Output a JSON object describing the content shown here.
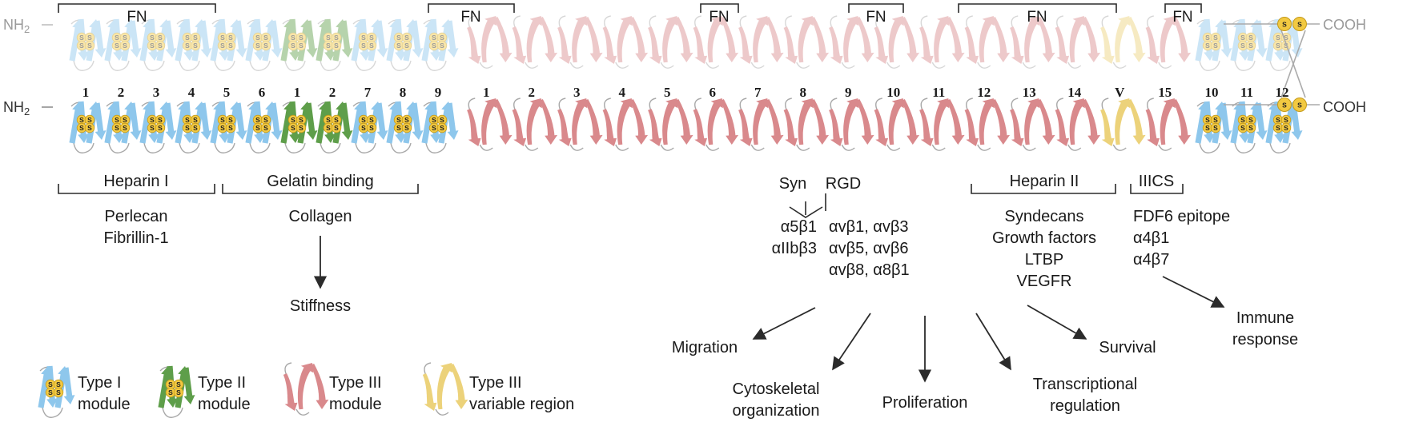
{
  "colors": {
    "type1": "#8ec7ec",
    "type2": "#5e9e4a",
    "type3": "#d9898c",
    "variable": "#ecd27a",
    "disulfide": "#f2c941",
    "loop": "#a8a8a8",
    "line": "#2b2b2b"
  },
  "chains": {
    "nh2": "NH",
    "nh2_sub": "2",
    "cooh": "COOH",
    "ss": "S"
  },
  "module_numbers": [
    "1",
    "2",
    "3",
    "4",
    "5",
    "6",
    "1",
    "2",
    "7",
    "8",
    "9",
    "1",
    "2",
    "3",
    "4",
    "5",
    "6",
    "7",
    "8",
    "9",
    "10",
    "11",
    "12",
    "13",
    "14",
    "V",
    "15",
    "10",
    "11",
    "12"
  ],
  "top_brackets": [
    "FN",
    "FN",
    "FN",
    "FN",
    "FN",
    "FN"
  ],
  "domains": {
    "heparin1": "Heparin I",
    "gelatin": "Gelatin binding",
    "syn": "Syn",
    "rgd": "RGD",
    "heparin2": "Heparin II",
    "iiics": "IIICS"
  },
  "binders": {
    "heparin1": [
      "Perlecan",
      "Fibrillin-1"
    ],
    "gelatin": [
      "Collagen"
    ],
    "syn": [
      "α5β1",
      "αIIbβ3"
    ],
    "rgd": [
      "αvβ1, αvβ3",
      "αvβ5, αvβ6",
      "αvβ8, α8β1"
    ],
    "heparin2": [
      "Syndecans",
      "Growth factors",
      "LTBP",
      "VEGFR"
    ],
    "iiics": [
      "FDF6 epitope",
      "α4β1",
      "α4β7"
    ]
  },
  "outcomes": {
    "stiffness": "Stiffness",
    "migration": "Migration",
    "cytoskeletal": [
      "Cytoskeletal",
      "organization"
    ],
    "proliferation": "Proliferation",
    "transcriptional": [
      "Transcriptional",
      "regulation"
    ],
    "survival": "Survival",
    "immune": [
      "Immune",
      "response"
    ]
  },
  "legend": {
    "type1": [
      "Type I",
      "module"
    ],
    "type2": [
      "Type II",
      "module"
    ],
    "type3": [
      "Type III",
      "module"
    ],
    "variable": [
      "Type III",
      "variable region"
    ]
  }
}
